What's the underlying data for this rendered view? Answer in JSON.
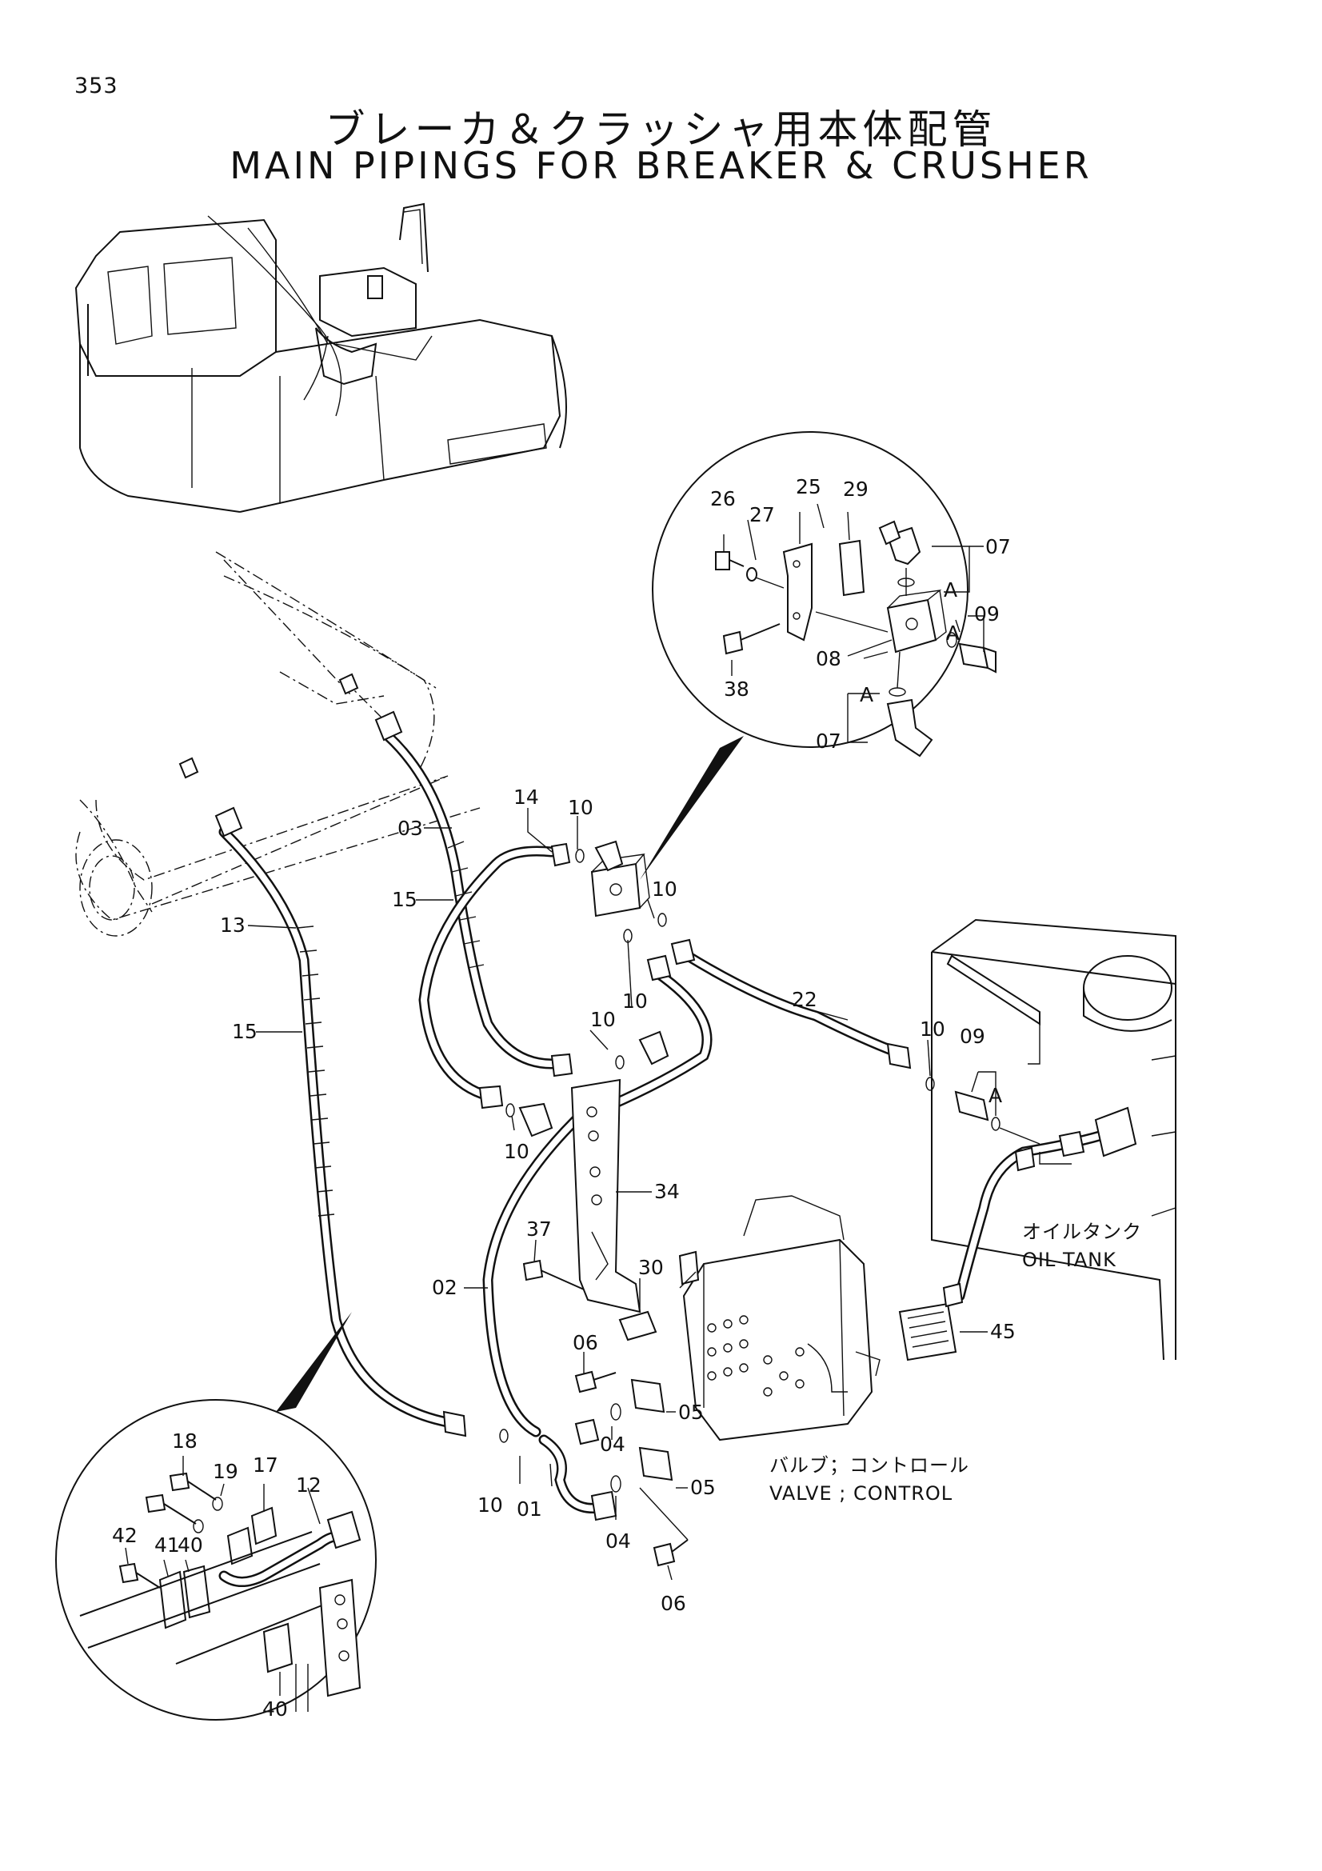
{
  "page_number": "353",
  "title_jp": "ブレーカ＆クラッシャ用本体配管",
  "title_en": "MAIN PIPINGS FOR BREAKER & CRUSHER",
  "notes": {
    "oil_tank_jp": "オイルタンク",
    "oil_tank_en": "OIL TANK",
    "valve_jp": "バルブ；コントロール",
    "valve_en": "VALVE ; CONTROL"
  },
  "labels": {
    "p26": "26",
    "p27": "27",
    "p25": "25",
    "p29": "29",
    "p07a": "07",
    "a1": "A",
    "a2": "A",
    "p09a": "09",
    "p38": "38",
    "p08": "08",
    "a3": "A",
    "p07b": "07",
    "p14": "14",
    "p10a": "10",
    "p03": "03",
    "p10b": "10",
    "p15a": "15",
    "p10c": "10",
    "p22": "22",
    "p13": "13",
    "p15b": "15",
    "p10d": "10",
    "p10e": "10",
    "p09b": "09",
    "a4": "A",
    "p10f": "10",
    "p34": "34",
    "p37": "37",
    "p30": "30",
    "p02": "02",
    "p06a": "06",
    "p05a": "05",
    "p04a": "04",
    "p05b": "05",
    "p10g": "10",
    "p01": "01",
    "p04b": "04",
    "p06b": "06",
    "p45": "45",
    "p18": "18",
    "p19": "19",
    "p17": "17",
    "p12": "12",
    "p42": "42",
    "p41": "41",
    "p40a": "40",
    "p40b": "40"
  }
}
